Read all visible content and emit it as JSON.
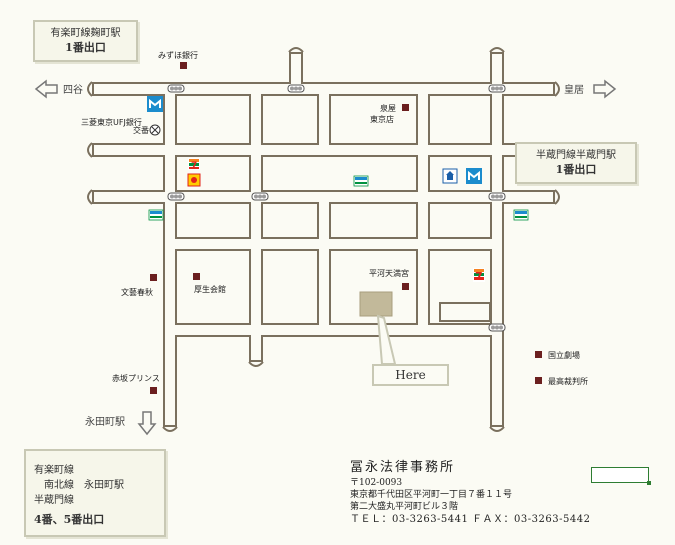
{
  "stations": {
    "yurakucho_kojimachi": {
      "line": "有楽町線麹町駅",
      "exit": "1番出口"
    },
    "hanzomon": {
      "line": "半蔵門線半蔵門駅",
      "exit": "1番出口"
    },
    "nagatacho": {
      "line1": "有楽町線",
      "line2": "南北線　永田町駅",
      "line3": "半蔵門線",
      "exit": "4番、5番出口"
    }
  },
  "directions": {
    "west": "四谷",
    "east": "皇居",
    "south": "永田町駅"
  },
  "landmarks": {
    "mizuho": "みずほ銀行",
    "mufg": "三菱東京UFJ銀行",
    "koban": "交番",
    "izumiya": "泉屋",
    "izumiya_branch": "東京店",
    "bungei": "文藝春秋",
    "kosei": "厚生会館",
    "hirakawa": "平河天満宮",
    "akasaka": "赤坂プリンス",
    "national_theatre": "国立劇場",
    "supreme_court": "最高裁判所"
  },
  "here_label": "Here",
  "office": {
    "name": "冨永法律事務所",
    "postal": "〒102-0093",
    "address1": "東京都千代田区平河町一丁目７番１１号",
    "address2": "第二大盛丸平河町ビル３階",
    "tel_fax": "ＴＥＬ：03-3263-5441 ＦＡＸ：03-3263-5442"
  },
  "colors": {
    "road_outline": "#7a705e",
    "road_fill": "#fbfbf4",
    "landmark": "#6b1f1f",
    "target_building": "#c2b99a",
    "metro": "#1b8ccd",
    "seven_red": "#e2231a",
    "seven_green": "#00923f",
    "seven_orange": "#f58220",
    "signal_border": "#555555",
    "signal_light": "#9a9a9a"
  },
  "icons": [
    "metro-icon",
    "koban-icon",
    "seven-eleven-icon",
    "post-office-icon",
    "bank-icon",
    "phone-icon",
    "traffic-signal-icon",
    "arrow-left-icon",
    "arrow-right-icon",
    "arrow-down-icon"
  ]
}
